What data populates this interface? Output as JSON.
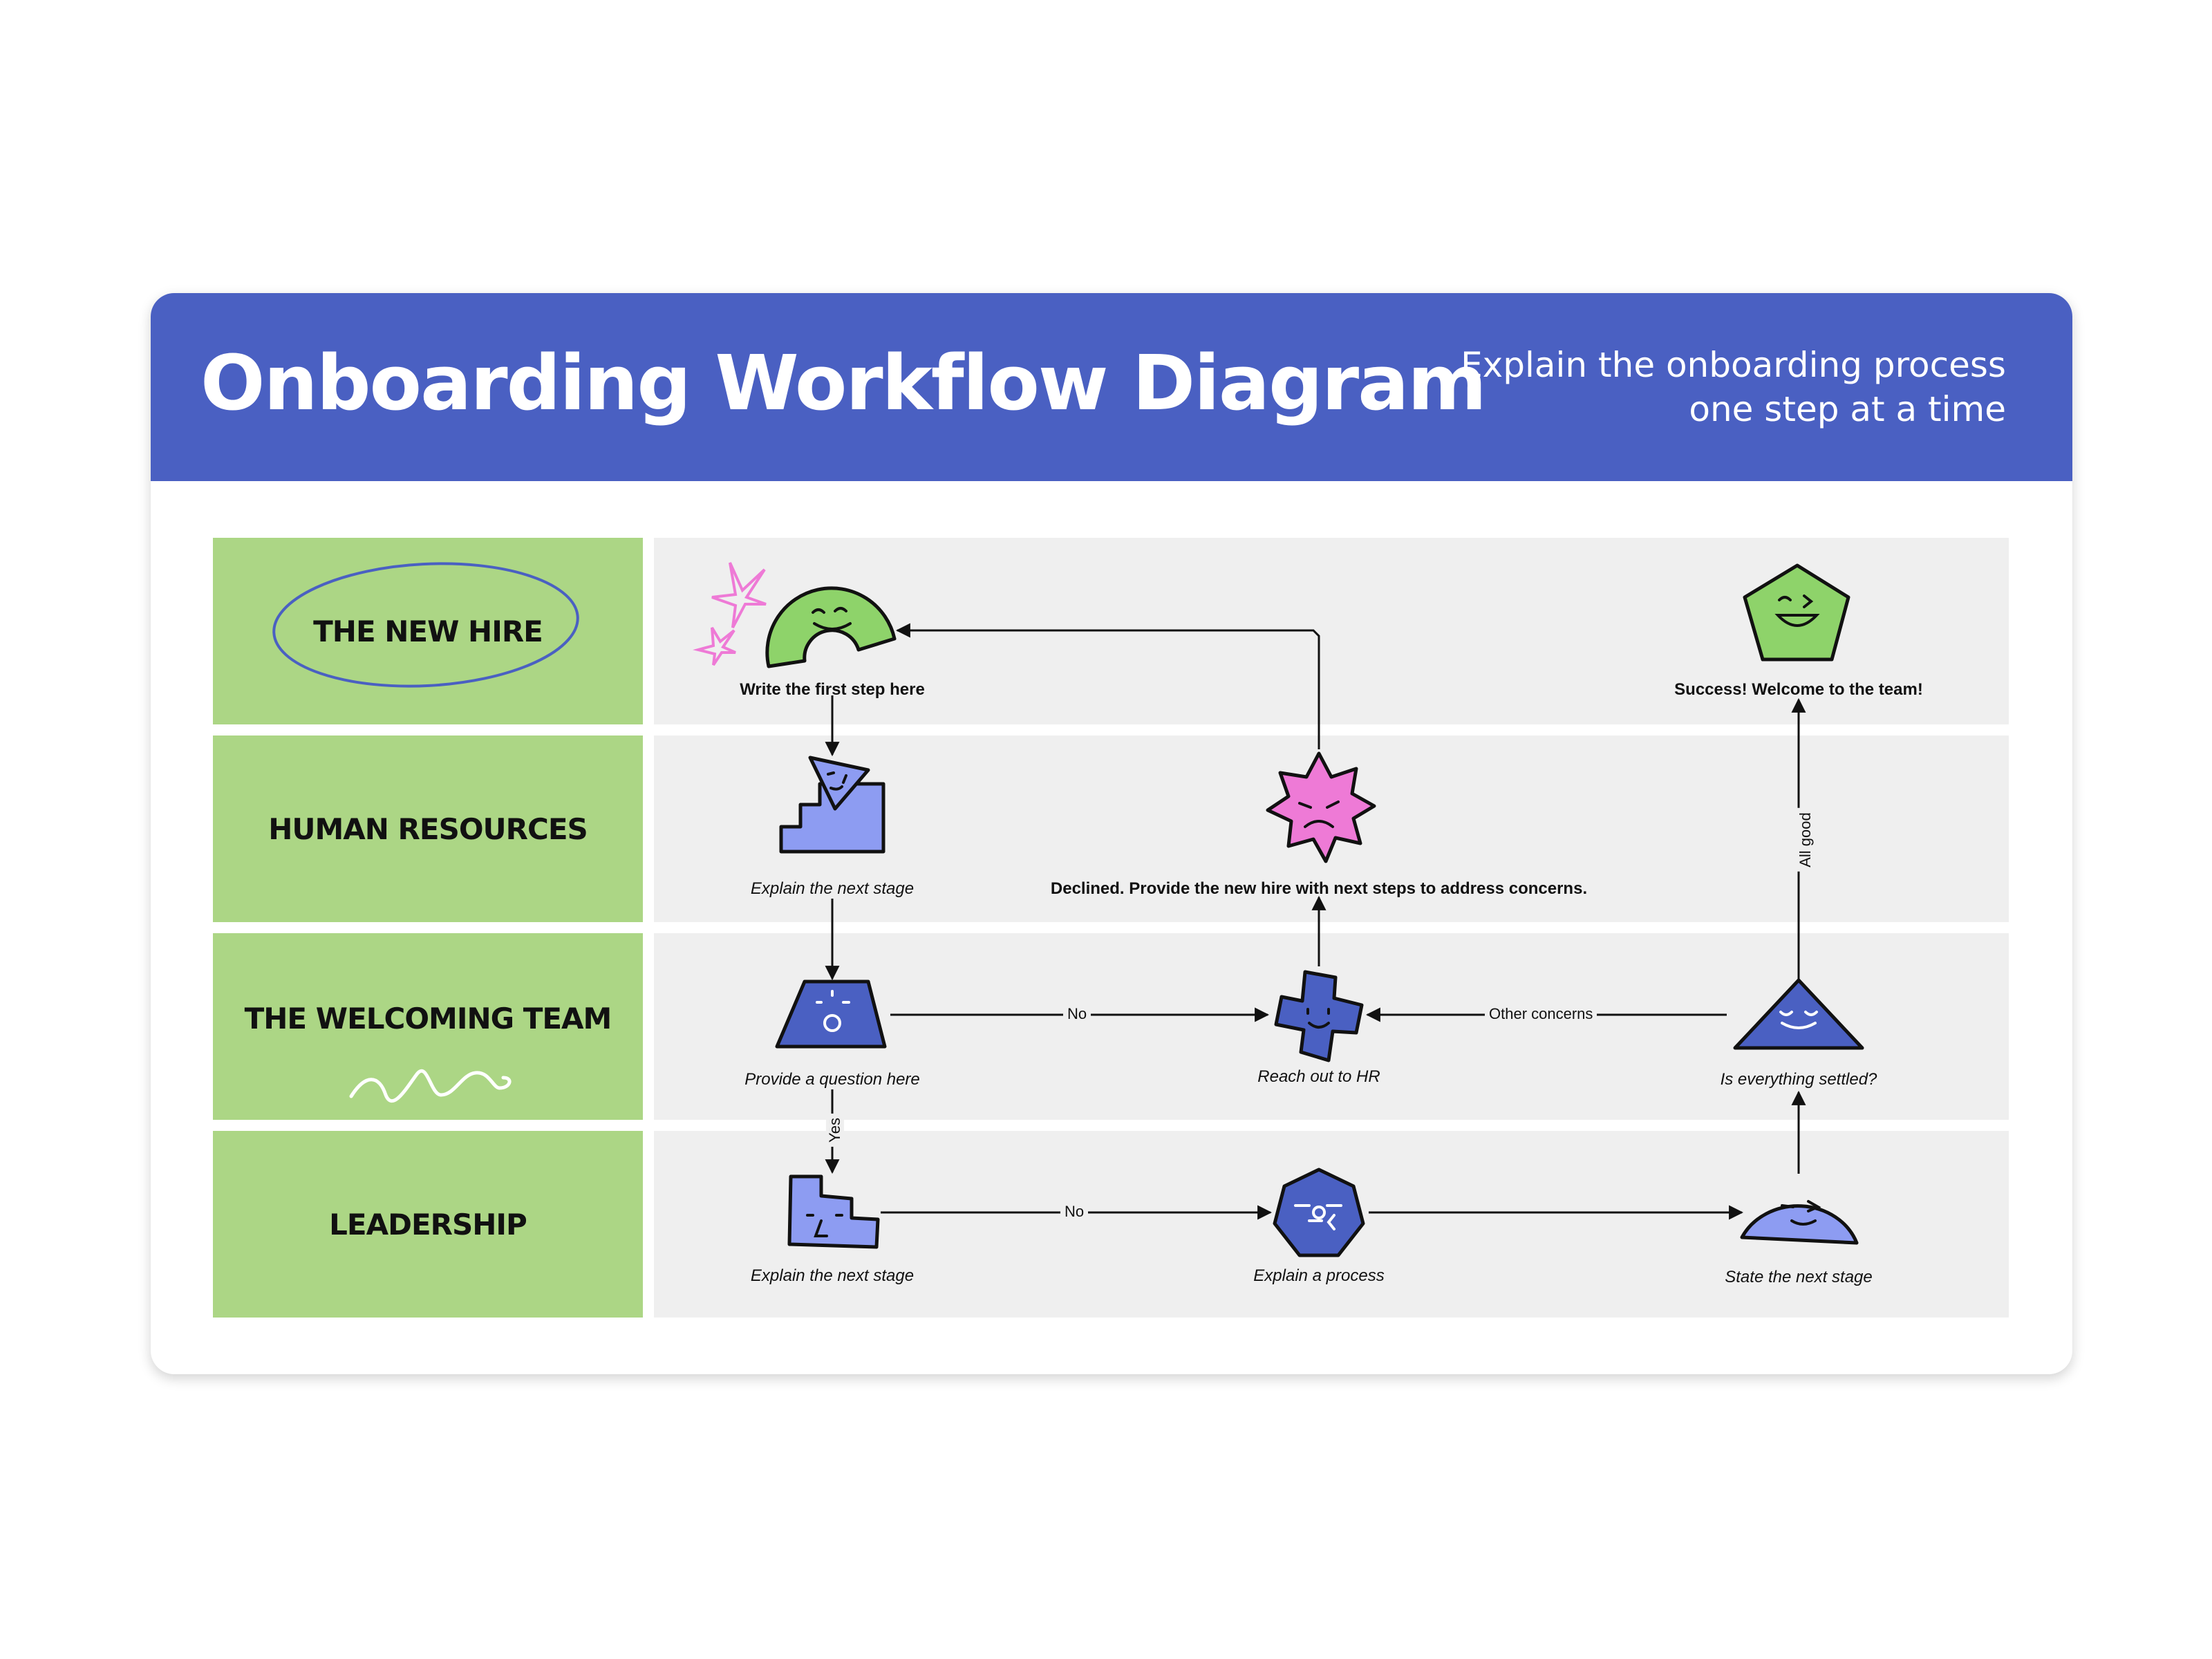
{
  "header": {
    "title": "Onboarding Workflow Diagram",
    "subtitle_line1": "Explain the onboarding process",
    "subtitle_line2": "one step at a time"
  },
  "lanes": [
    {
      "label": "THE NEW HIRE"
    },
    {
      "label": "HUMAN RESOURCES"
    },
    {
      "label": "THE WELCOMING TEAM"
    },
    {
      "label": "LEADERSHIP"
    }
  ],
  "nodes": {
    "first_step": "Write the first step here",
    "success": "Success! Welcome to the team!",
    "hr_next_stage": "Explain the next stage",
    "declined": "Declined. Provide the new hire with next steps to address concerns.",
    "question": "Provide a question here",
    "reach_out_hr": "Reach out to HR",
    "settled": "Is everything settled?",
    "lead_next_stage": "Explain the next stage",
    "process": "Explain a process",
    "state_next": "State the next stage"
  },
  "edges": {
    "no_1": "No",
    "other_concerns": "Other concerns",
    "yes": "Yes",
    "no_2": "No",
    "all_good": "All good"
  },
  "colors": {
    "header": "#4a60c2",
    "lane_label": "#acd685",
    "lane_body": "#efefef",
    "green_shape": "#8ed36a",
    "blue_shape": "#8d9cf2",
    "dark_blue_shape": "#4a60c2",
    "pink_shape": "#ee7ad6"
  }
}
